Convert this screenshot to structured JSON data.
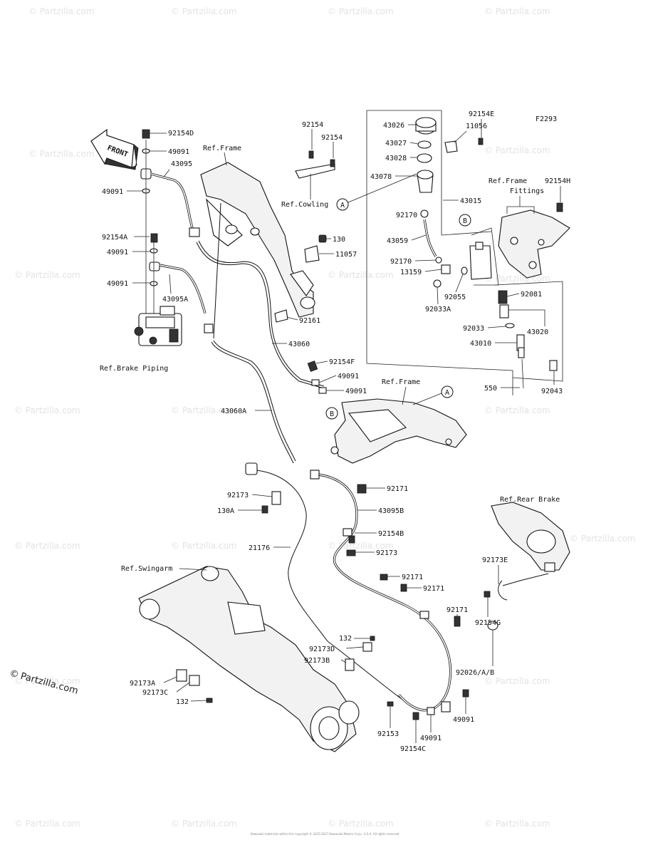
{
  "diagram": {
    "figure_code": "F2293",
    "front_label": "FRONT",
    "copyright_symbol": "©",
    "copyright_text": "Partzilla.com",
    "watermark_text": "© Partzilla.com",
    "footer_text": "Kawasaki materials within this copyright © 2015-2017 Kawasaki Motors Corp., U.S.A. All rights reserved."
  },
  "references": [
    {
      "id": "ref-frame-top",
      "text": "Ref.Frame"
    },
    {
      "id": "ref-cowling",
      "text": "Ref.Cowling"
    },
    {
      "id": "ref-frame-fittings-1",
      "text": "Ref.Frame"
    },
    {
      "id": "ref-frame-fittings-2",
      "text": "Fittings"
    },
    {
      "id": "ref-brake-piping",
      "text": "Ref.Brake Piping"
    },
    {
      "id": "ref-frame-mid",
      "text": "Ref.Frame"
    },
    {
      "id": "ref-rear-brake",
      "text": "Ref.Rear Brake"
    },
    {
      "id": "ref-swingarm",
      "text": "Ref.Swingarm"
    }
  ],
  "callouts": [
    {
      "id": "A1",
      "text": "A"
    },
    {
      "id": "B1",
      "text": "B"
    },
    {
      "id": "B2",
      "text": "B"
    },
    {
      "id": "A2",
      "text": "A"
    }
  ],
  "parts": [
    "92154D",
    "49091",
    "43095",
    "49091",
    "92154A",
    "49091",
    "49091",
    "43095A",
    "92154",
    "92154",
    "130",
    "11057",
    "92161",
    "43060",
    "92154F",
    "49091",
    "49091",
    "43060A",
    "43026",
    "43027",
    "43028",
    "43078",
    "92170",
    "43059",
    "92170",
    "13159",
    "92033A",
    "92055",
    "11056",
    "92154E",
    "43015",
    "92154H",
    "92081",
    "92033",
    "43020",
    "43010",
    "550",
    "92043",
    "92171",
    "92173",
    "130A",
    "43095B",
    "92154B",
    "92173",
    "21176",
    "92171",
    "92171",
    "92173E",
    "92154G",
    "92171",
    "132",
    "92173D",
    "92173B",
    "92026/A/B",
    "92173A",
    "92173C",
    "132",
    "92153",
    "49091",
    "92154C",
    "49091"
  ]
}
